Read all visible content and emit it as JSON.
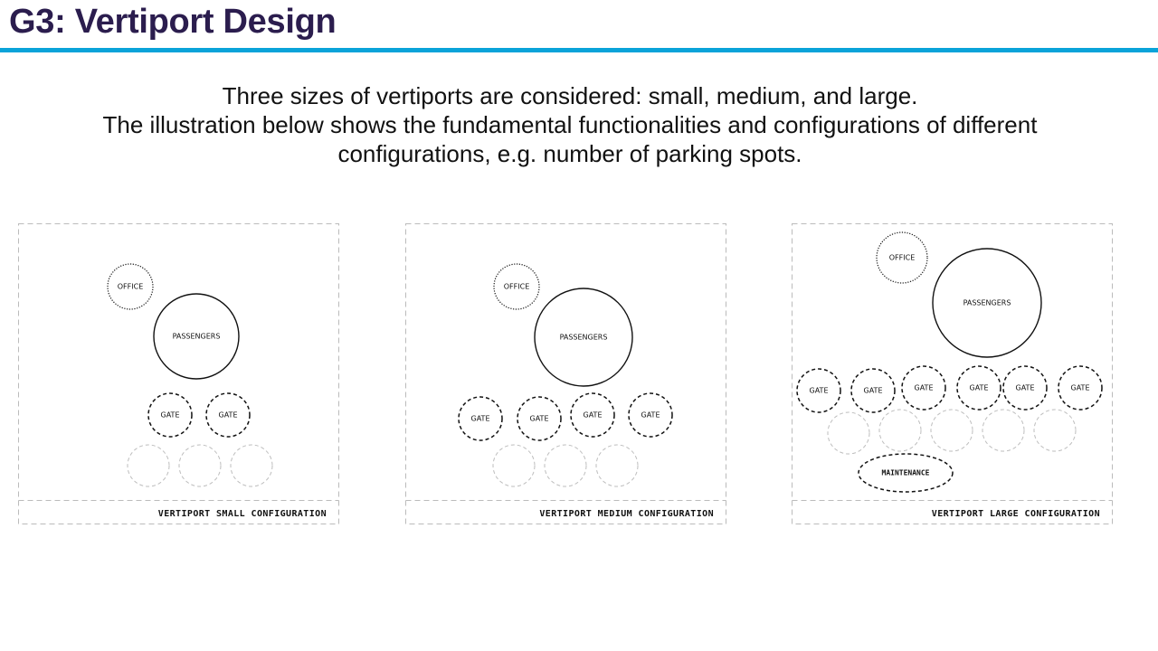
{
  "header": {
    "title": "G3: Vertiport Design"
  },
  "intro": {
    "lines": [
      "Three sizes of vertiports are considered: small, medium, and large.",
      "The illustration below shows the fundamental functionalities and configurations of different",
      "configurations, e.g. number of parking spots."
    ]
  },
  "colors": {
    "title": "#2b1d4e",
    "rule": "#0aa3d9",
    "frame": "#bbbbbb",
    "stroke": "#111111",
    "parking": "#bdbdbd"
  },
  "labels": {
    "office": "OFFICE",
    "passengers": "PASSENGERS",
    "gate": "GATE",
    "maintenance": "MAINTENANCE"
  },
  "panels": [
    {
      "id": "small",
      "caption": "VERTIPORT SMALL CONFIGURATION",
      "offices": 1,
      "passenger_areas": 1,
      "gates": 2,
      "parking_spots": 3,
      "maintenance_areas": 0
    },
    {
      "id": "medium",
      "caption": "VERTIPORT MEDIUM CONFIGURATION",
      "offices": 1,
      "passenger_areas": 1,
      "gates": 4,
      "parking_spots": 3,
      "maintenance_areas": 0
    },
    {
      "id": "large",
      "caption": "VERTIPORT LARGE CONFIGURATION",
      "offices": 1,
      "passenger_areas": 1,
      "gates": 6,
      "parking_spots": 5,
      "maintenance_areas": 1
    }
  ]
}
